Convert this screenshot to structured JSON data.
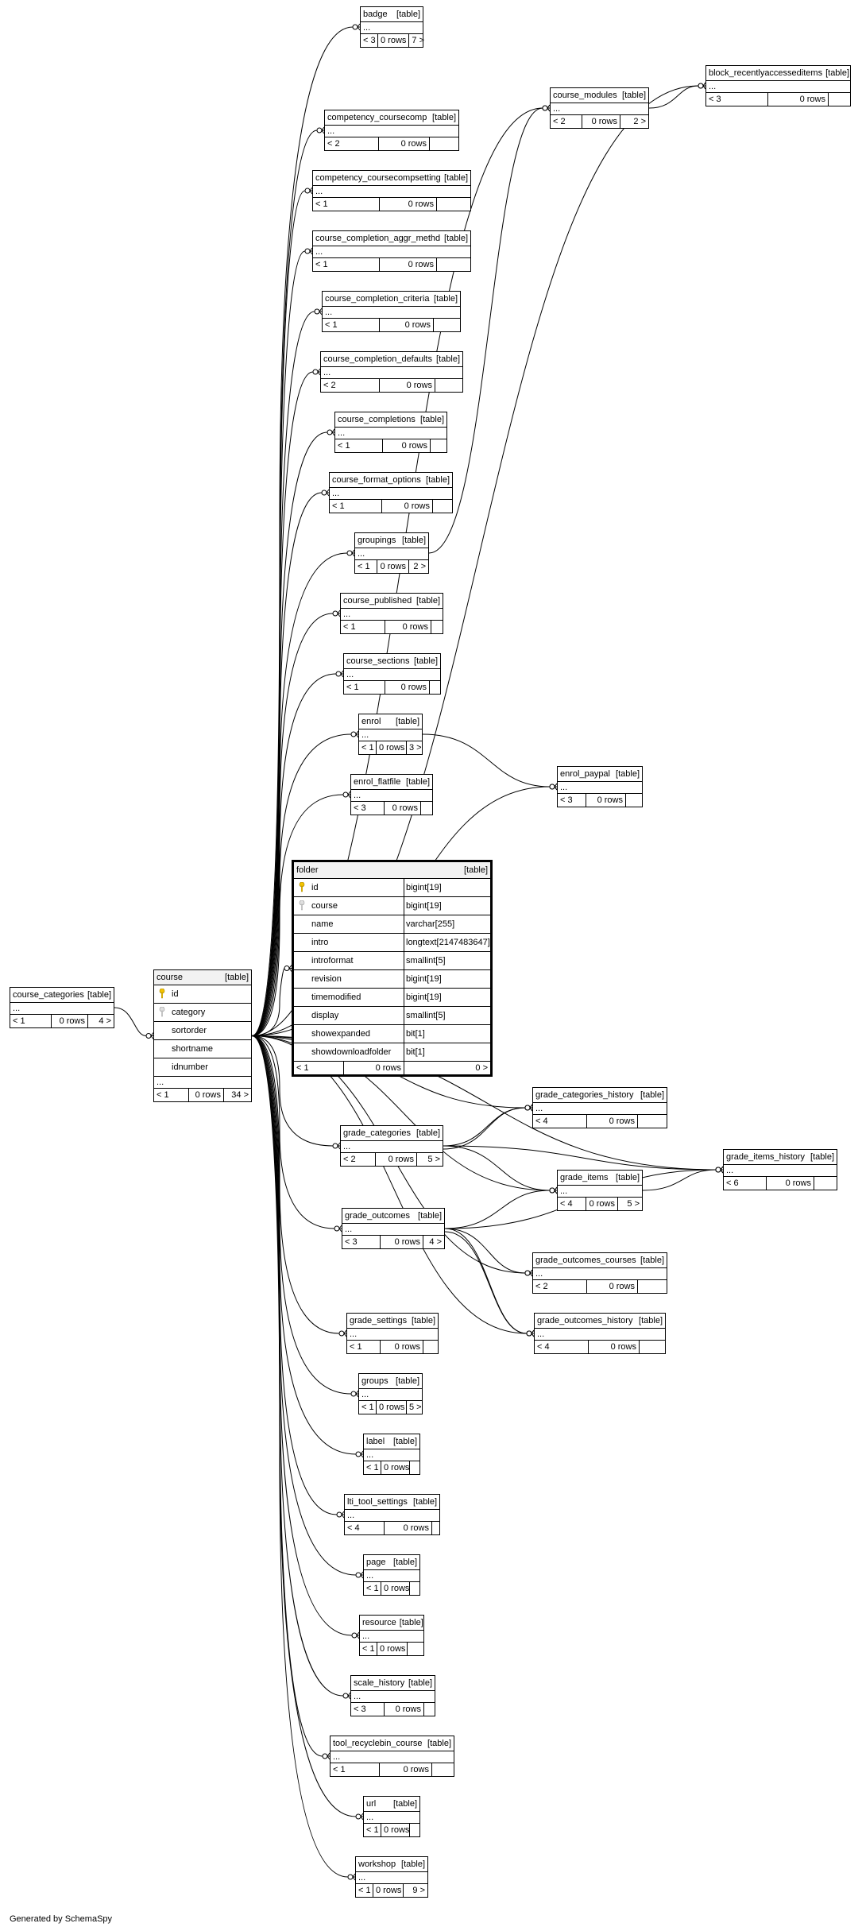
{
  "generated_by": "Generated by SchemaSpy",
  "tag": "[table]",
  "ellipsis": "...",
  "course": {
    "name": "course",
    "columns": [
      {
        "name": "id",
        "key": "primary"
      },
      {
        "name": "category",
        "key": "foreign"
      },
      {
        "name": "sortorder",
        "key": ""
      },
      {
        "name": "shortname",
        "key": ""
      },
      {
        "name": "idnumber",
        "key": ""
      }
    ],
    "parents": "< 1",
    "rows": "0 rows",
    "children": "34 >"
  },
  "folder": {
    "name": "folder",
    "columns": [
      {
        "name": "id",
        "type": "bigint[19]",
        "key": "primary"
      },
      {
        "name": "course",
        "type": "bigint[19]",
        "key": "foreign"
      },
      {
        "name": "name",
        "type": "varchar[255]",
        "key": ""
      },
      {
        "name": "intro",
        "type": "longtext[2147483647]",
        "key": ""
      },
      {
        "name": "introformat",
        "type": "smallint[5]",
        "key": ""
      },
      {
        "name": "revision",
        "type": "bigint[19]",
        "key": ""
      },
      {
        "name": "timemodified",
        "type": "bigint[19]",
        "key": ""
      },
      {
        "name": "display",
        "type": "smallint[5]",
        "key": ""
      },
      {
        "name": "showexpanded",
        "type": "bit[1]",
        "key": ""
      },
      {
        "name": "showdownloadfolder",
        "type": "bit[1]",
        "key": ""
      }
    ],
    "parents": "< 1",
    "rows": "0 rows",
    "children": "0 >"
  },
  "tables": [
    {
      "name": "course_categories",
      "parents": "< 1",
      "rows": "0 rows",
      "children": "4 >"
    },
    {
      "name": "badge",
      "parents": "< 3",
      "rows": "0 rows",
      "children": "7 >"
    },
    {
      "name": "block_recentlyaccesseditems",
      "parents": "< 3",
      "rows": "0 rows",
      "children": ""
    },
    {
      "name": "course_modules",
      "parents": "< 2",
      "rows": "0 rows",
      "children": "2 >"
    },
    {
      "name": "competency_coursecomp",
      "parents": "< 2",
      "rows": "0 rows",
      "children": ""
    },
    {
      "name": "competency_coursecompsetting",
      "parents": "< 1",
      "rows": "0 rows",
      "children": ""
    },
    {
      "name": "course_completion_aggr_methd",
      "parents": "< 1",
      "rows": "0 rows",
      "children": ""
    },
    {
      "name": "course_completion_criteria",
      "parents": "< 1",
      "rows": "0 rows",
      "children": ""
    },
    {
      "name": "course_completion_defaults",
      "parents": "< 2",
      "rows": "0 rows",
      "children": ""
    },
    {
      "name": "course_completions",
      "parents": "< 1",
      "rows": "0 rows",
      "children": ""
    },
    {
      "name": "course_format_options",
      "parents": "< 1",
      "rows": "0 rows",
      "children": ""
    },
    {
      "name": "groupings",
      "parents": "< 1",
      "rows": "0 rows",
      "children": "2 >"
    },
    {
      "name": "course_published",
      "parents": "< 1",
      "rows": "0 rows",
      "children": ""
    },
    {
      "name": "course_sections",
      "parents": "< 1",
      "rows": "0 rows",
      "children": ""
    },
    {
      "name": "enrol",
      "parents": "< 1",
      "rows": "0 rows",
      "children": "3 >"
    },
    {
      "name": "enrol_paypal",
      "parents": "< 3",
      "rows": "0 rows",
      "children": ""
    },
    {
      "name": "enrol_flatfile",
      "parents": "< 3",
      "rows": "0 rows",
      "children": ""
    },
    {
      "name": "grade_categories_history",
      "parents": "< 4",
      "rows": "0 rows",
      "children": ""
    },
    {
      "name": "grade_categories",
      "parents": "< 2",
      "rows": "0 rows",
      "children": "5 >"
    },
    {
      "name": "grade_items_history",
      "parents": "< 6",
      "rows": "0 rows",
      "children": ""
    },
    {
      "name": "grade_items",
      "parents": "< 4",
      "rows": "0 rows",
      "children": "5 >"
    },
    {
      "name": "grade_outcomes",
      "parents": "< 3",
      "rows": "0 rows",
      "children": "4 >"
    },
    {
      "name": "grade_outcomes_courses",
      "parents": "< 2",
      "rows": "0 rows",
      "children": ""
    },
    {
      "name": "grade_outcomes_history",
      "parents": "< 4",
      "rows": "0 rows",
      "children": ""
    },
    {
      "name": "grade_settings",
      "parents": "< 1",
      "rows": "0 rows",
      "children": ""
    },
    {
      "name": "groups",
      "parents": "< 1",
      "rows": "0 rows",
      "children": "5 >"
    },
    {
      "name": "label",
      "parents": "< 1",
      "rows": "0 rows",
      "children": ""
    },
    {
      "name": "lti_tool_settings",
      "parents": "< 4",
      "rows": "0 rows",
      "children": ""
    },
    {
      "name": "page",
      "parents": "< 1",
      "rows": "0 rows",
      "children": ""
    },
    {
      "name": "resource",
      "parents": "< 1",
      "rows": "0 rows",
      "children": ""
    },
    {
      "name": "scale_history",
      "parents": "< 3",
      "rows": "0 rows",
      "children": ""
    },
    {
      "name": "tool_recyclebin_course",
      "parents": "< 1",
      "rows": "0 rows",
      "children": ""
    },
    {
      "name": "url",
      "parents": "< 1",
      "rows": "0 rows",
      "children": ""
    },
    {
      "name": "workshop",
      "parents": "< 1",
      "rows": "0 rows",
      "children": "9 >"
    }
  ]
}
